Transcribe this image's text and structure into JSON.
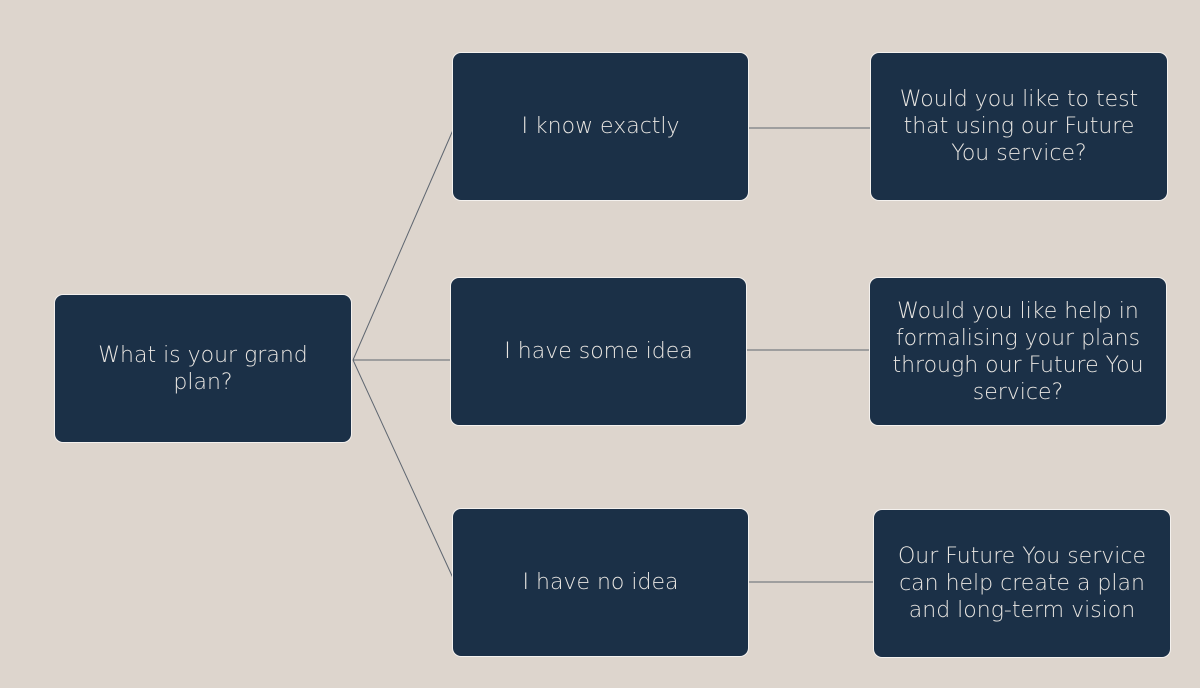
{
  "diagram": {
    "root": {
      "label": "What is your grand plan?"
    },
    "branches": [
      {
        "option": "I know exactly",
        "response": "Would you like to test that using our Future You service?"
      },
      {
        "option": "I have some idea",
        "response": "Would you like help in formalising your plans through our Future You service?"
      },
      {
        "option": "I have no idea",
        "response": "Our Future You service can help create a plan and long-term vision"
      }
    ]
  },
  "colors": {
    "background": "#ddd5cd",
    "box_fill": "#1b3047",
    "box_border": "#f4f1ee",
    "text": "#e9e6e2",
    "connector": "#5e6670"
  }
}
